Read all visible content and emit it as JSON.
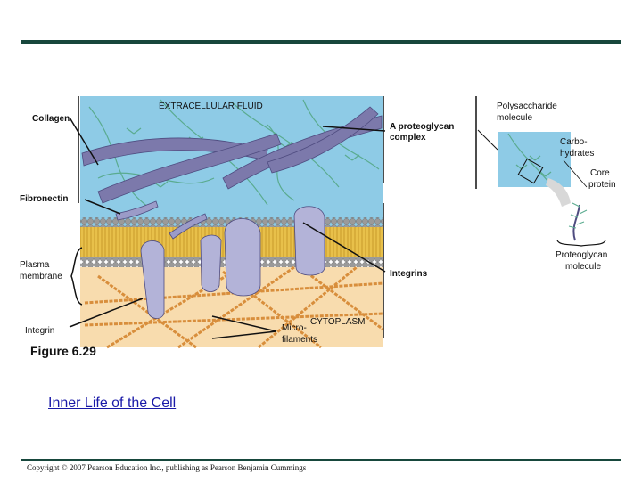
{
  "labels": {
    "extracellular_fluid": "EXTRACELLULAR FLUID",
    "collagen": "Collagen",
    "proteoglycan_complex_1": "A proteoglycan",
    "proteoglycan_complex_2": "complex",
    "polysaccharide_1": "Polysaccharide",
    "polysaccharide_2": "molecule",
    "carbohydrates_1": "Carbo-",
    "carbohydrates_2": "hydrates",
    "core_protein_1": "Core",
    "core_protein_2": "protein",
    "fibronectin": "Fibronectin",
    "plasma_membrane_1": "Plasma",
    "plasma_membrane_2": "membrane",
    "integrins": "Integrins",
    "proteoglycan_molecule_1": "Proteoglycan",
    "proteoglycan_molecule_2": "molecule",
    "integrin": "Integrin",
    "microfilaments_1": "Micro-",
    "microfilaments_2": "filaments",
    "cytoplasm": "CYTOPLASM"
  },
  "figure_label": "Figure 6.29",
  "link_text": "Inner Life of the Cell",
  "copyright": "Copyright © 2007 Pearson Education Inc., publishing as Pearson Benjamin Cummings",
  "colors": {
    "rule": "#17473c",
    "extracellular": "#8ecbe6",
    "cytoplasm": "#f8dcae",
    "lipid_head": "#9a9a9a",
    "lipid_tail": "#e8c04a",
    "protein": "#9b9bc8",
    "collagen": "#7c79ab",
    "microfilament": "#d88e3c",
    "proteoglycan": "#5aab8f",
    "link": "#1a1aa8"
  }
}
